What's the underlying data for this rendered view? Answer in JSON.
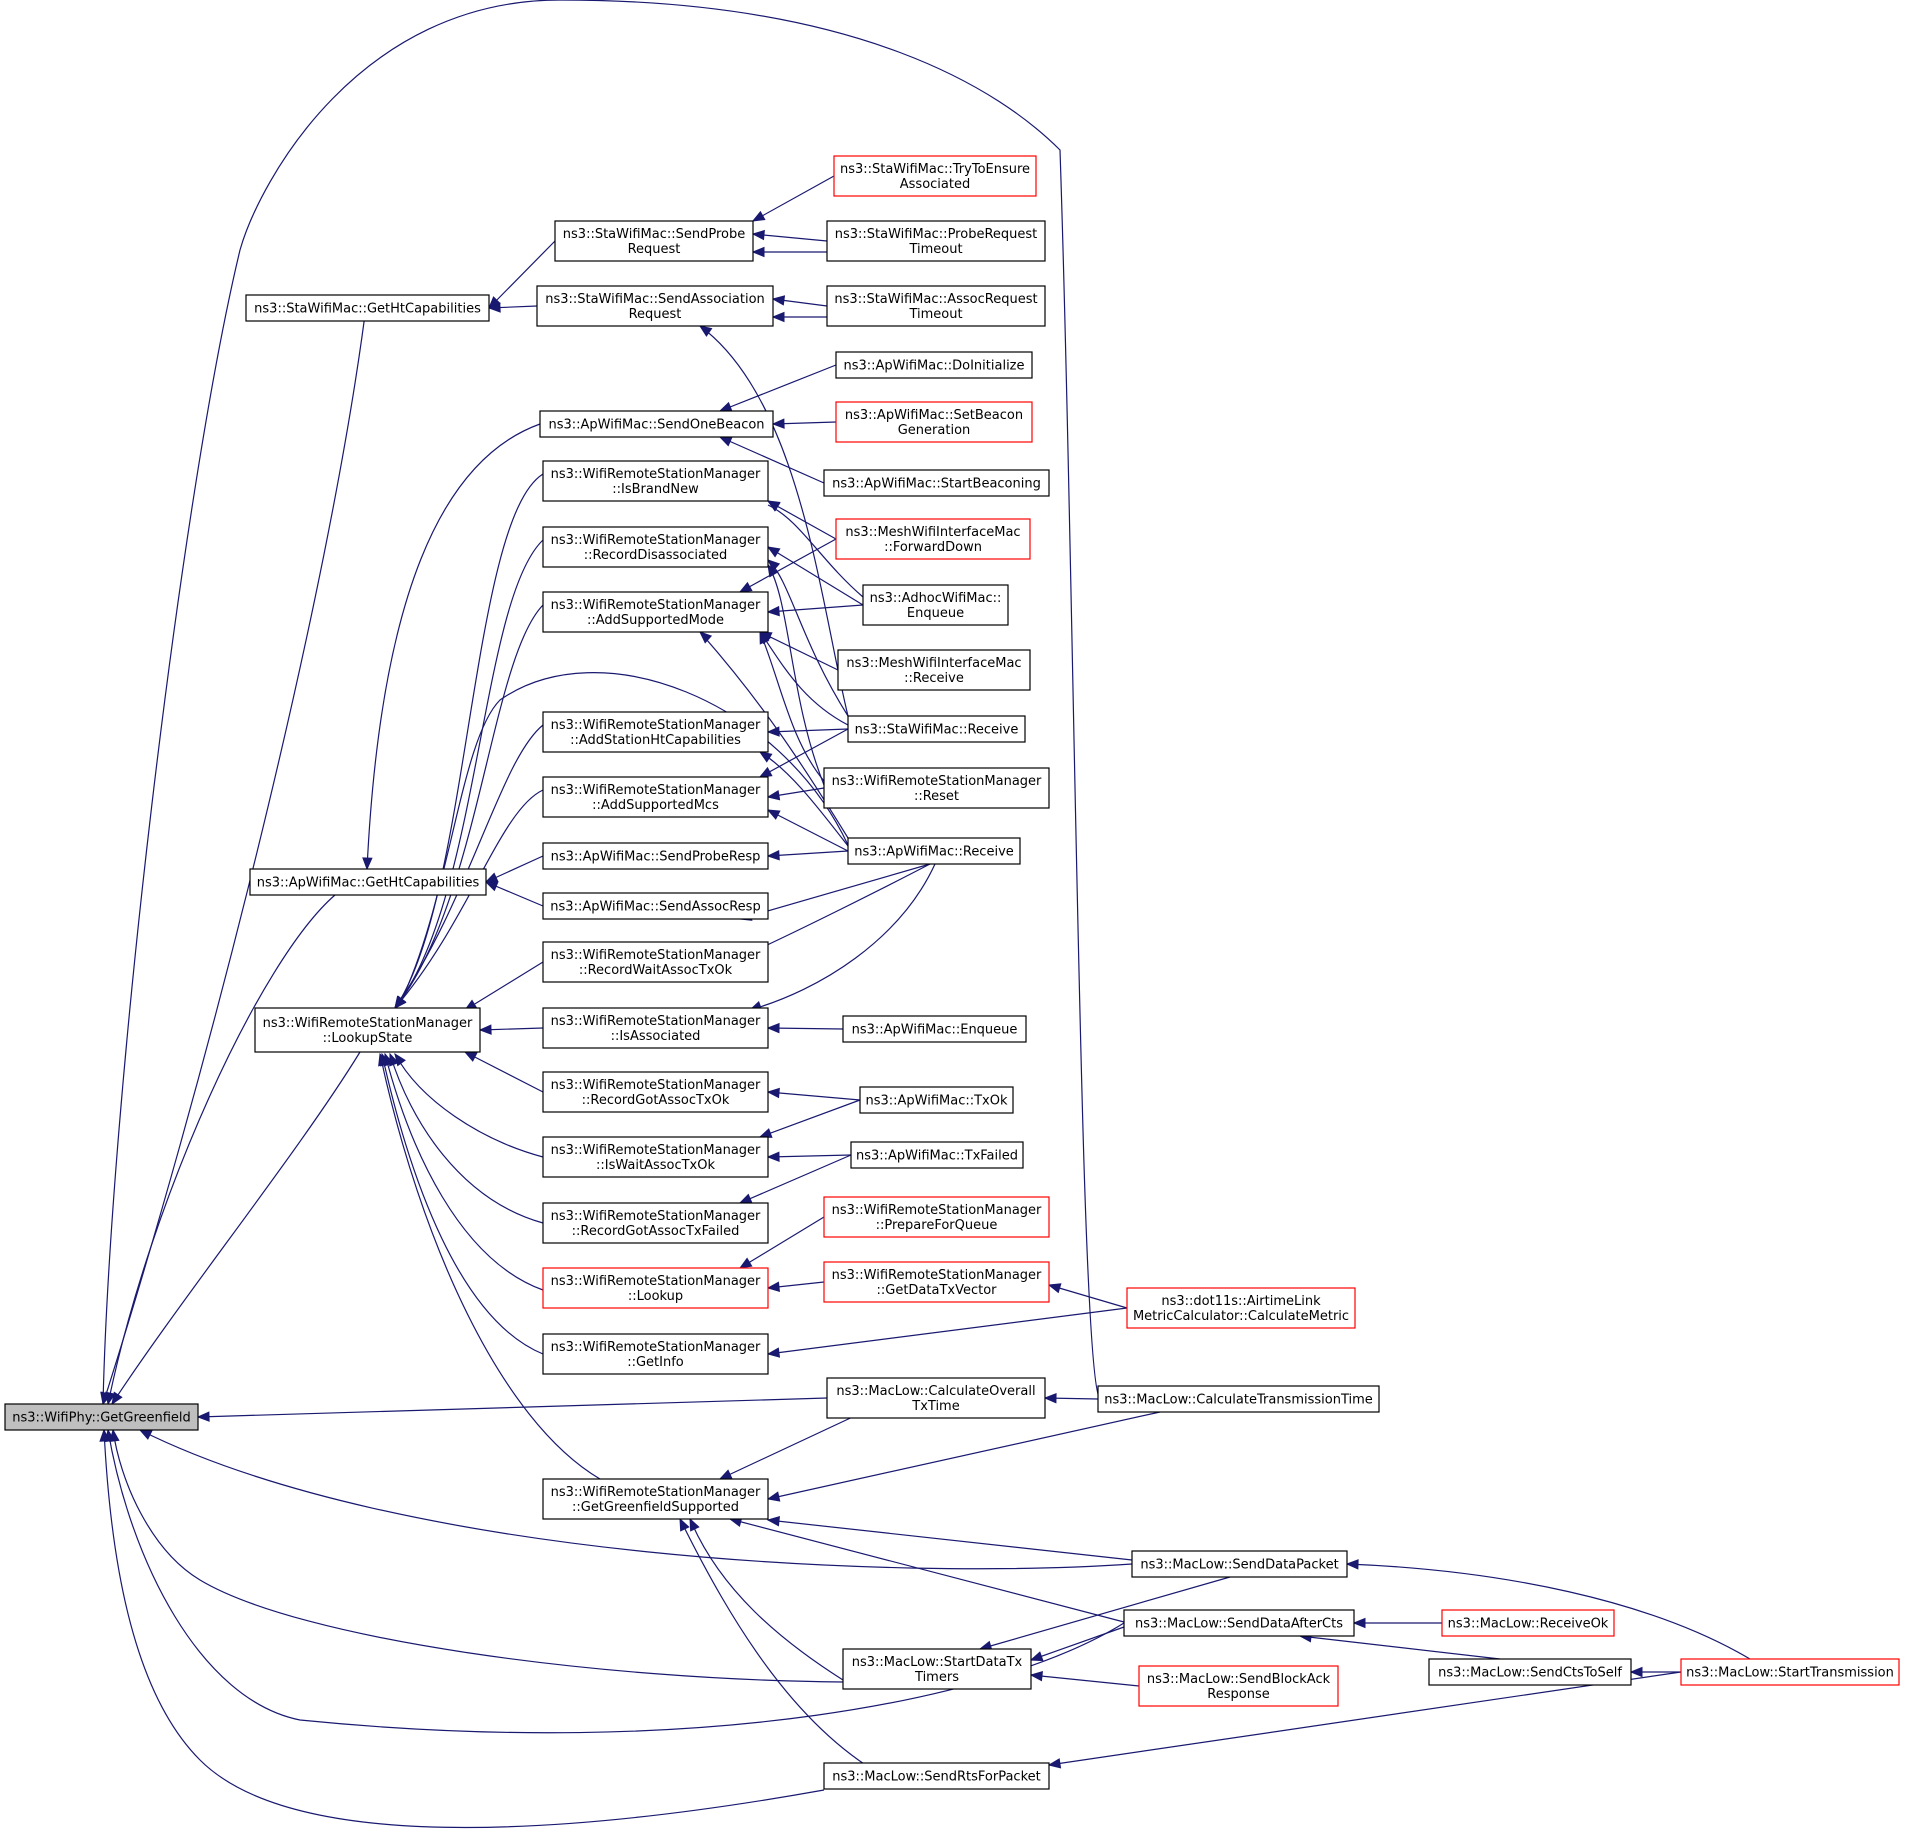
{
  "diagram": {
    "title": "",
    "edge_color": "#191970",
    "caller_border_default": "#000000",
    "caller_border_truncated": "#ff0000",
    "root_fill": "#bfbfbf",
    "nodes": [
      {
        "id": "root",
        "lines": [
          "ns3::WifiPhy::GetGreenfield"
        ],
        "style": "root"
      },
      {
        "id": "sta_ght",
        "lines": [
          "ns3::StaWifiMac::GetHtCapabilities"
        ]
      },
      {
        "id": "ap_ght",
        "lines": [
          "ns3::ApWifiMac::GetHtCapabilities"
        ]
      },
      {
        "id": "lookupstate",
        "lines": [
          "ns3::WifiRemoteStationManager",
          "::LookupState"
        ]
      },
      {
        "id": "sendprobereq",
        "lines": [
          "ns3::StaWifiMac::SendProbe",
          "Request"
        ]
      },
      {
        "id": "sendassocreq",
        "lines": [
          "ns3::StaWifiMac::SendAssociation",
          "Request"
        ]
      },
      {
        "id": "sendonebeacon",
        "lines": [
          "ns3::ApWifiMac::SendOneBeacon"
        ]
      },
      {
        "id": "isbrandnew",
        "lines": [
          "ns3::WifiRemoteStationManager",
          "::IsBrandNew"
        ]
      },
      {
        "id": "recorddisassoc",
        "lines": [
          "ns3::WifiRemoteStationManager",
          "::RecordDisassociated"
        ]
      },
      {
        "id": "addsupportedmode",
        "lines": [
          "ns3::WifiRemoteStationManager",
          "::AddSupportedMode"
        ]
      },
      {
        "id": "addstationht",
        "lines": [
          "ns3::WifiRemoteStationManager",
          "::AddStationHtCapabilities"
        ]
      },
      {
        "id": "addsupportedmcs",
        "lines": [
          "ns3::WifiRemoteStationManager",
          "::AddSupportedMcs"
        ]
      },
      {
        "id": "sendproberesp",
        "lines": [
          "ns3::ApWifiMac::SendProbeResp"
        ]
      },
      {
        "id": "sendassocresp",
        "lines": [
          "ns3::ApWifiMac::SendAssocResp"
        ]
      },
      {
        "id": "recordwaitassoc",
        "lines": [
          "ns3::WifiRemoteStationManager",
          "::RecordWaitAssocTxOk"
        ]
      },
      {
        "id": "isassociated",
        "lines": [
          "ns3::WifiRemoteStationManager",
          "::IsAssociated"
        ]
      },
      {
        "id": "recordgotok",
        "lines": [
          "ns3::WifiRemoteStationManager",
          "::RecordGotAssocTxOk"
        ]
      },
      {
        "id": "iswaitassoc",
        "lines": [
          "ns3::WifiRemoteStationManager",
          "::IsWaitAssocTxOk"
        ]
      },
      {
        "id": "recordgotfailed",
        "lines": [
          "ns3::WifiRemoteStationManager",
          "::RecordGotAssocTxFailed"
        ]
      },
      {
        "id": "lookup",
        "lines": [
          "ns3::WifiRemoteStationManager",
          "::Lookup"
        ],
        "style": "red"
      },
      {
        "id": "getinfo",
        "lines": [
          "ns3::WifiRemoteStationManager",
          "::GetInfo"
        ]
      },
      {
        "id": "getgreenfieldsupp",
        "lines": [
          "ns3::WifiRemoteStationManager",
          "::GetGreenfieldSupported"
        ]
      },
      {
        "id": "trytoensure",
        "lines": [
          "ns3::StaWifiMac::TryToEnsure",
          "Associated"
        ],
        "style": "red"
      },
      {
        "id": "probereqtimeout",
        "lines": [
          "ns3::StaWifiMac::ProbeRequest",
          "Timeout"
        ]
      },
      {
        "id": "assocreqtimeout",
        "lines": [
          "ns3::StaWifiMac::AssocRequest",
          "Timeout"
        ]
      },
      {
        "id": "doinitialize",
        "lines": [
          "ns3::ApWifiMac::DoInitialize"
        ]
      },
      {
        "id": "setbeacongen",
        "lines": [
          "ns3::ApWifiMac::SetBeacon",
          "Generation"
        ],
        "style": "red"
      },
      {
        "id": "startbeaconing",
        "lines": [
          "ns3::ApWifiMac::StartBeaconing"
        ]
      },
      {
        "id": "meshforwarddown",
        "lines": [
          "ns3::MeshWifiInterfaceMac",
          "::ForwardDown"
        ],
        "style": "red"
      },
      {
        "id": "adhocenqueue",
        "lines": [
          "ns3::AdhocWifiMac::",
          "Enqueue"
        ]
      },
      {
        "id": "meshreceive",
        "lines": [
          "ns3::MeshWifiInterfaceMac",
          "::Receive"
        ]
      },
      {
        "id": "stareceive",
        "lines": [
          "ns3::StaWifiMac::Receive"
        ]
      },
      {
        "id": "wrsmreset",
        "lines": [
          "ns3::WifiRemoteStationManager",
          "::Reset"
        ]
      },
      {
        "id": "apreceive",
        "lines": [
          "ns3::ApWifiMac::Receive"
        ]
      },
      {
        "id": "apenqueue",
        "lines": [
          "ns3::ApWifiMac::Enqueue"
        ]
      },
      {
        "id": "aptxok",
        "lines": [
          "ns3::ApWifiMac::TxOk"
        ]
      },
      {
        "id": "aptxfailed",
        "lines": [
          "ns3::ApWifiMac::TxFailed"
        ]
      },
      {
        "id": "prepareforqueue",
        "lines": [
          "ns3::WifiRemoteStationManager",
          "::PrepareForQueue"
        ],
        "style": "red"
      },
      {
        "id": "getdatatxvector",
        "lines": [
          "ns3::WifiRemoteStationManager",
          "::GetDataTxVector"
        ],
        "style": "red"
      },
      {
        "id": "calcmetric",
        "lines": [
          "ns3::dot11s::AirtimeLink",
          "MetricCalculator::CalculateMetric"
        ],
        "style": "red"
      },
      {
        "id": "calcoverall",
        "lines": [
          "ns3::MacLow::CalculateOverall",
          "TxTime"
        ]
      },
      {
        "id": "calctranstime",
        "lines": [
          "ns3::MacLow::CalculateTransmissionTime"
        ]
      },
      {
        "id": "senddatapacket",
        "lines": [
          "ns3::MacLow::SendDataPacket"
        ]
      },
      {
        "id": "senddataaftercts",
        "lines": [
          "ns3::MacLow::SendDataAfterCts"
        ]
      },
      {
        "id": "receiveok",
        "lines": [
          "ns3::MacLow::ReceiveOk"
        ],
        "style": "red"
      },
      {
        "id": "startdatatxtimers",
        "lines": [
          "ns3::MacLow::StartDataTx",
          "Timers"
        ]
      },
      {
        "id": "sendblockackresp",
        "lines": [
          "ns3::MacLow::SendBlockAck",
          "Response"
        ],
        "style": "red"
      },
      {
        "id": "sendctstoself",
        "lines": [
          "ns3::MacLow::SendCtsToSelf"
        ]
      },
      {
        "id": "starttransmission",
        "lines": [
          "ns3::MacLow::StartTransmission"
        ],
        "style": "red"
      },
      {
        "id": "sendrtsforpacket",
        "lines": [
          "ns3::MacLow::SendRtsForPacket"
        ]
      }
    ]
  }
}
